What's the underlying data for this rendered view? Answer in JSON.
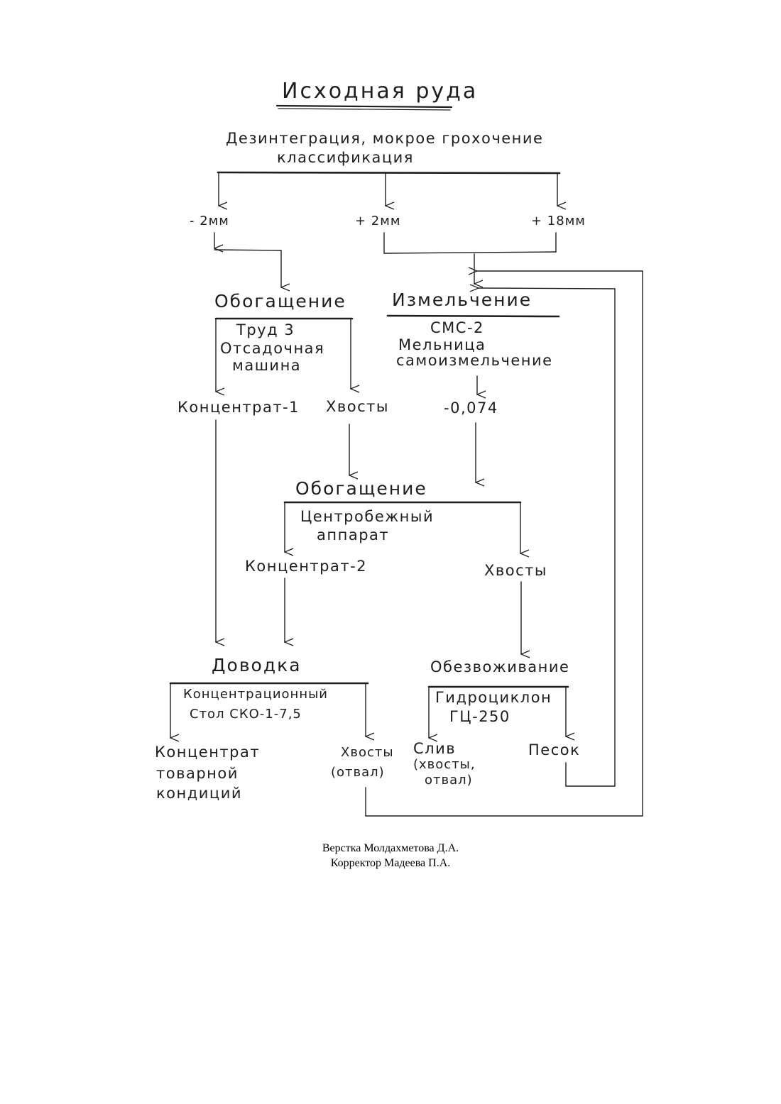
{
  "diagram": {
    "title": "Исходная руда",
    "step_disintegration": {
      "line1": "Дезинтеграция, мокрое грохочение",
      "line2": "классификация"
    },
    "fractions": {
      "minus_2mm": "- 2мм",
      "plus_2mm": "+ 2мм",
      "plus_18mm": "+ 18мм"
    },
    "jig_stage": {
      "title": "Обогащение",
      "device_line1": "Труд 3",
      "device_line2": "Отсадочная",
      "device_line3": "машина",
      "concentrate": "Концентрат-1",
      "tails": "Хвосты"
    },
    "grinding_stage": {
      "title": "Измельчение",
      "device_line1": "СМС-2",
      "device_line2": "Мельница",
      "device_line3": "самоизмельчение",
      "product": "-0,074"
    },
    "centrifugal_stage": {
      "title": "Обогащение",
      "device_line1": "Центробежный",
      "device_line2": "аппарат",
      "concentrate": "Концентрат-2",
      "tails": "Хвосты"
    },
    "finishing_stage": {
      "title": "Доводка",
      "device_line1": "Концентрационный",
      "device_line2": "Стол СКО-1-7,5",
      "concentrate_line1": "Концентрат",
      "concentrate_line2": "товарной",
      "concentrate_line3": "кондиций",
      "tails_line1": "Хвосты",
      "tails_line2": "(отвал)"
    },
    "dewatering_stage": {
      "title": "Обезвоживание",
      "device_line1": "Гидроциклон",
      "device_line2": "ГЦ-250",
      "overflow_line1": "Слив",
      "overflow_line2": "(хвосты,",
      "overflow_line3": "отвал)",
      "sand": "Песок"
    },
    "ink_color": "#1e1e1e"
  },
  "imprint": {
    "layout": "Верстка Молдахметова Д.А.",
    "proofreader": "Корректор Мадеева П.А."
  }
}
